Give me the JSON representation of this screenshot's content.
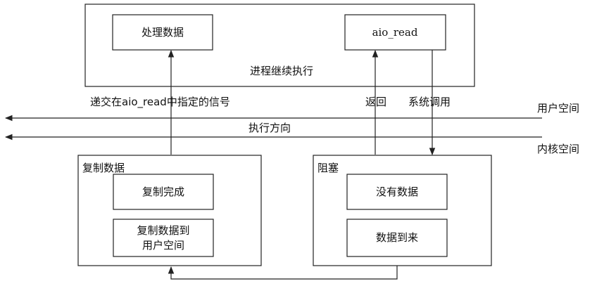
{
  "process": {
    "continue_label": "进程继续执行",
    "box_process_data": "处理数据",
    "box_aio_read": "aio_read"
  },
  "arrows": {
    "deliver_signal": "递交在aio_read中指定的信号",
    "return": "返回",
    "system_call": "系统调用"
  },
  "spaces": {
    "user_space": "用户空间",
    "kernel_space": "内核空间",
    "exec_direction": "执行方向"
  },
  "kernel": {
    "copy_group_title": "复制数据",
    "copy_done": "复制完成",
    "copy_to_user_line1": "复制数据到",
    "copy_to_user_line2": "用户空间",
    "block_group_title": "阻塞",
    "no_data": "没有数据",
    "data_arrives": "数据到来"
  }
}
